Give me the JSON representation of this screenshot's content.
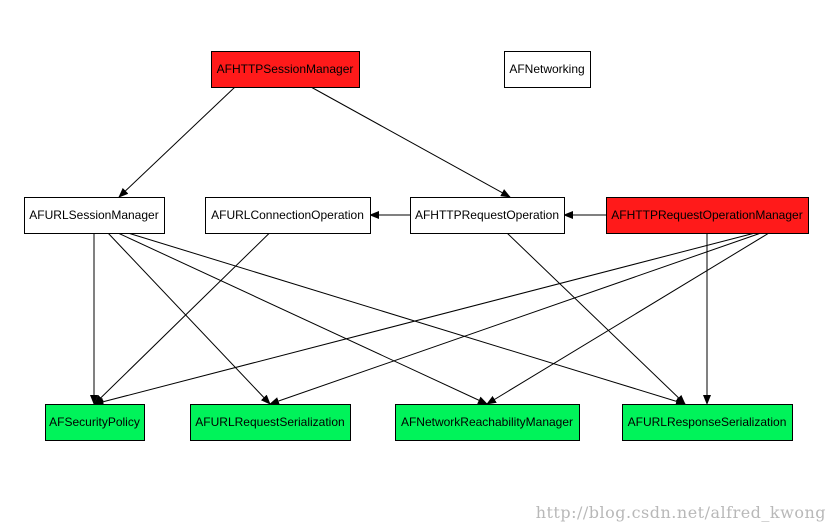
{
  "colors": {
    "highlight_red": "#ff1a1a",
    "highlight_green": "#00f35a",
    "plain": "#ffffff",
    "stroke": "#000000",
    "watermark": "#b8b8b8"
  },
  "nodes": [
    {
      "id": "httpsessionmanager",
      "label": "AFHTTPSessionManager",
      "fill": "red"
    },
    {
      "id": "afnetworking",
      "label": "AFNetworking",
      "fill": "plain"
    },
    {
      "id": "urlsessionmanager",
      "label": "AFURLSessionManager",
      "fill": "plain"
    },
    {
      "id": "urlconnectionoperation",
      "label": "AFURLConnectionOperation",
      "fill": "plain"
    },
    {
      "id": "httprequestoperation",
      "label": "AFHTTPRequestOperation",
      "fill": "plain"
    },
    {
      "id": "httprequestoperationmanager",
      "label": "AFHTTPRequestOperationManager",
      "fill": "red"
    },
    {
      "id": "securitypolicy",
      "label": "AFSecurityPolicy",
      "fill": "green"
    },
    {
      "id": "urlrequestserialization",
      "label": "AFURLRequestSerialization",
      "fill": "green"
    },
    {
      "id": "networkreachabilitymanager",
      "label": "AFNetworkReachabilityManager",
      "fill": "green"
    },
    {
      "id": "urlresponseserialization",
      "label": "AFURLResponseSerialization",
      "fill": "green"
    }
  ],
  "edges": [
    {
      "from": "httpsessionmanager",
      "to": "urlsessionmanager"
    },
    {
      "from": "httpsessionmanager",
      "to": "httprequestoperation"
    },
    {
      "from": "httprequestoperation",
      "to": "urlconnectionoperation"
    },
    {
      "from": "httprequestoperationmanager",
      "to": "httprequestoperation"
    },
    {
      "from": "urlsessionmanager",
      "to": "securitypolicy"
    },
    {
      "from": "urlsessionmanager",
      "to": "urlrequestserialization"
    },
    {
      "from": "urlsessionmanager",
      "to": "networkreachabilitymanager"
    },
    {
      "from": "urlsessionmanager",
      "to": "urlresponseserialization"
    },
    {
      "from": "urlconnectionoperation",
      "to": "securitypolicy"
    },
    {
      "from": "httprequestoperation",
      "to": "urlresponseserialization"
    },
    {
      "from": "httprequestoperationmanager",
      "to": "securitypolicy"
    },
    {
      "from": "httprequestoperationmanager",
      "to": "urlrequestserialization"
    },
    {
      "from": "httprequestoperationmanager",
      "to": "networkreachabilitymanager"
    },
    {
      "from": "httprequestoperationmanager",
      "to": "urlresponseserialization"
    }
  ],
  "watermark": "http://blog.csdn.net/alfred_kwong"
}
